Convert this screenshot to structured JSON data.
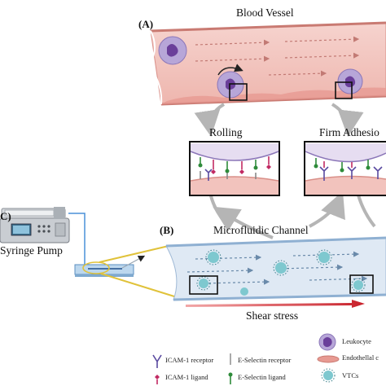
{
  "panels": {
    "a": {
      "letter": "(A)",
      "title": "Blood Vessel"
    },
    "b": {
      "letter": "(B)",
      "title": "Microfluidic Channel"
    },
    "c": {
      "letter": "C)",
      "device": "Syringe Pump"
    }
  },
  "stages": {
    "rolling": "Rolling",
    "firm": "Firm Adhesio"
  },
  "shear_label": "Shear stress",
  "legend": {
    "icam_receptor": "ICAM-1 receptor",
    "icam_ligand": "ICAM-1 ligand",
    "eselectin_receptor": "E-Selectin receptor",
    "eselectin_ligand": "E-Selectin ligand",
    "leukocyte": "Leukocyte",
    "endothelial": "Endothellal c",
    "vtcs": "VTCs"
  },
  "colors": {
    "vessel": "#f3c6c0",
    "vessel_stroke": "#d98f88",
    "channel": "#dfe9f4",
    "leukocyte": "#b7a6d8",
    "nucleus": "#6a3f9a",
    "vtc": "#7ec8cf",
    "shear_arrow": "#c8202a",
    "zoom_lines": "#e0c23a",
    "cycle_arrows": "#b5b5b5"
  }
}
